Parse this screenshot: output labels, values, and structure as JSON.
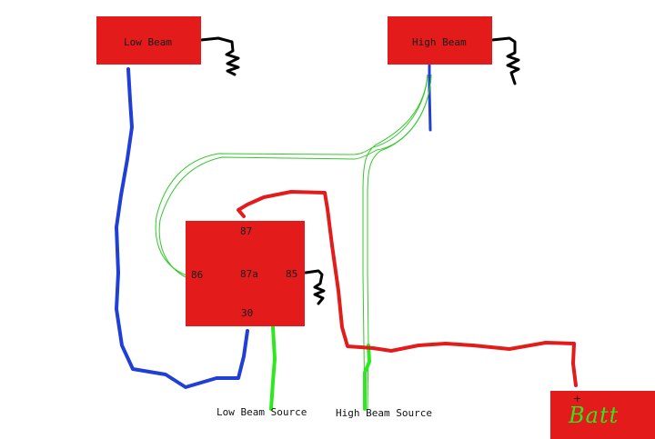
{
  "components": {
    "low_beam": {
      "label": "Low Beam"
    },
    "high_beam": {
      "label": "High Beam"
    },
    "relay": {
      "pin_87": "87",
      "pin_86": "86",
      "pin_87a": "87a",
      "pin_85": "85",
      "pin_30": "30"
    },
    "battery": {
      "label": "Batt",
      "pos_mark": "+"
    }
  },
  "captions": {
    "low_beam_source": "Low Beam Source",
    "high_beam_source": "High Beam Source"
  },
  "colors": {
    "component_fill": "#e31b1b",
    "wire_blue": "#1f3fd6",
    "wire_green_thick": "#2ee81f",
    "wire_green_thin": "#34c92a",
    "wire_red": "#e31b1b",
    "ground": "#000000"
  }
}
